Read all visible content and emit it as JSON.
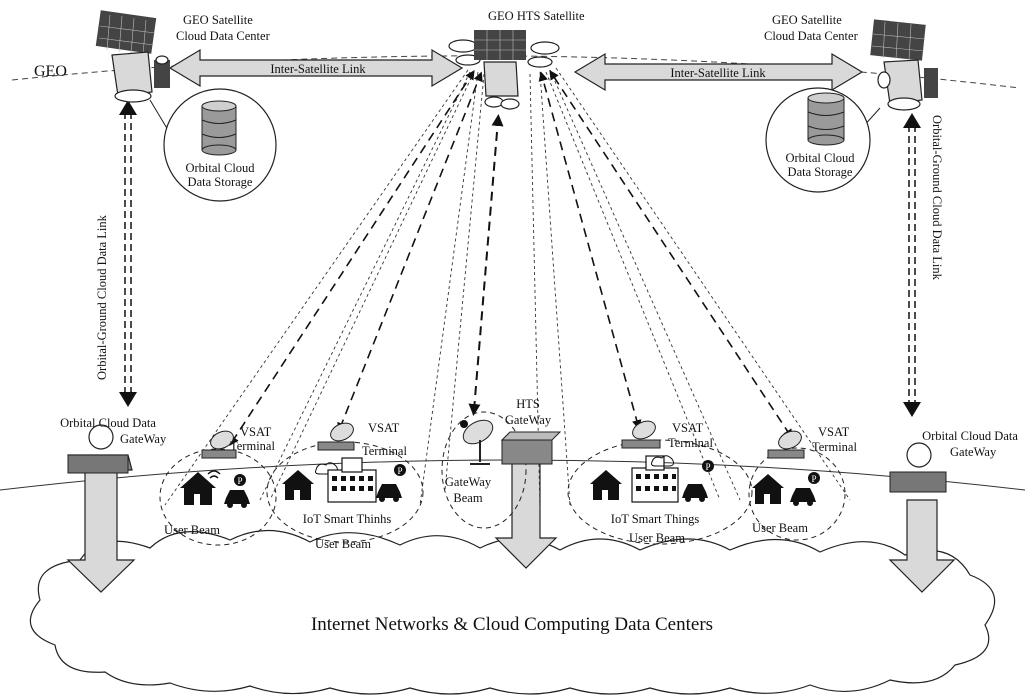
{
  "labels": {
    "geo": "GEO",
    "left_sat": [
      "GEO Satellite",
      "Cloud Data Center"
    ],
    "right_sat": [
      "GEO Satellite",
      "Cloud Data Center"
    ],
    "hts_sat": "GEO HTS Satellite",
    "isl_left": "Inter-Satellite Link",
    "isl_right": "Inter-Satellite Link",
    "storage_left": [
      "Orbital Cloud",
      "Data Storage"
    ],
    "storage_right": [
      "Orbital Cloud",
      "Data Storage"
    ],
    "link_left": "Orbital-Ground Cloud Data Link",
    "link_right": "Orbital-Ground Cloud Data Link",
    "gw_left": [
      "Orbital Cloud Data",
      "GateWay"
    ],
    "gw_right": [
      "Orbital Cloud Data",
      "GateWay"
    ],
    "hts_gw": [
      "HTS",
      "GateWay"
    ],
    "gateway_beam": [
      "GateWay",
      "Beam"
    ],
    "vsat1": [
      "VSAT",
      "Terminal"
    ],
    "vsat2": [
      "VSAT",
      "Terminal"
    ],
    "vsat3": [
      "VSAT",
      "Terminal"
    ],
    "vsat4": [
      "VSAT",
      "Terminal"
    ],
    "user_beam_1": "User Beam",
    "iot_left": [
      "IoT Smart Thinhs",
      "User Beam"
    ],
    "iot_right": [
      "IoT Smart Things",
      "User Beam"
    ],
    "user_beam_4": "User Beam",
    "internet": "Internet Networks & Cloud Computing Data Centers"
  },
  "icons": [
    "satellite-icon",
    "database-icon",
    "dish-icon",
    "house-icon",
    "car-icon",
    "parking-icon",
    "building-icon",
    "cloud-icon",
    "wifi-icon",
    "gateway-box-icon"
  ]
}
